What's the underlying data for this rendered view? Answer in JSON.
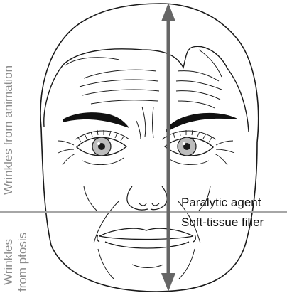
{
  "labels": {
    "upper_zone": "Wrinkles from animation",
    "lower_zone_line1": "Wrinkles",
    "lower_zone_line2": "from ptosis",
    "upper_treatment": "Paralytic agent",
    "lower_treatment": "Soft-tissue filler"
  },
  "colors": {
    "arrow": "#666666",
    "divider": "#a6a6a6",
    "label_gray": "#8c8c8c",
    "label_dark": "#111111",
    "line_art": "#1a1a1a"
  }
}
